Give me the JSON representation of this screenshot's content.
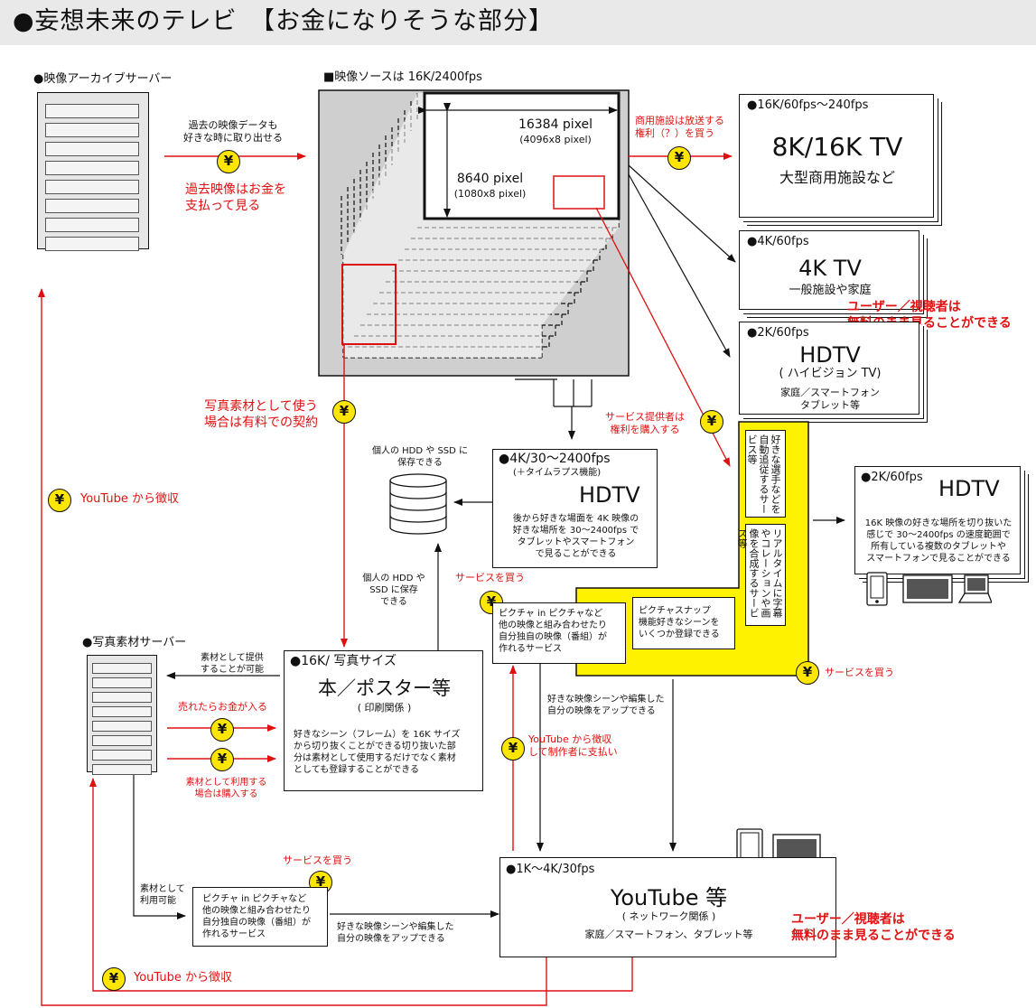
{
  "title": "●妄想未来のテレビ　【お金になりそうな部分】",
  "archive": {
    "label": "●映像アーカイブサーバー",
    "arrow_note": "過去の映像データも\n好きな時に取り出せる",
    "pay_note": "過去映像はお金を\n支払って見る"
  },
  "source": {
    "label": "■映像ソースは 16K/2400fps",
    "width_main": "16384 pixel",
    "width_sub": "(4096x8 pixel)",
    "height_main": "8640 pixel",
    "height_sub": "(1080x8 pixel)"
  },
  "rights_note": "商用施設は放送する\n権利（？）を買う",
  "tv8k": {
    "spec": "●16K/60fps〜240fps",
    "title": "8K/16K TV",
    "desc": "大型商用施設など"
  },
  "tv4k": {
    "spec": "●4K/60fps",
    "title": "4K TV",
    "desc": "一般施設や家庭"
  },
  "free_note_top": "ユーザー／視聴者は\n無料のまま見ることができる",
  "tv2k": {
    "spec": "●2K/60fps",
    "title": "HDTV",
    "sub": "( ハイビジョン TV)",
    "desc": "家庭／スマートフォン\nタブレット等"
  },
  "photo_note": "写真素材として使う\n場合は有料での契約",
  "provider_note": "サービス提供者は\n権利を購入する",
  "hdd_note_top": "個人の HDD や SSD に\n保存できる",
  "hdtv4k": {
    "spec": "●4K/30〜2400fps",
    "sub": "(＋タイムラプス機能)",
    "title": "HDTV",
    "desc": "後から好きな場面を 4K 映像の\n好きな場所を 30〜2400fps で\nタブレットやスマートフォン\nで見ることができる"
  },
  "yellow": {
    "v1": "好きな選手などを自動追従するサービス等",
    "v2": "リアルタイムに字幕やコレーションや画像を合成するサービス等",
    "snap": "ピクチャスナップ\n機能好きなシーンを\nいくつか登録できる"
  },
  "buy_service_1": "サービスを買う",
  "buy_service_2": "サービスを買う",
  "buy_service_3": "サービスを買う",
  "pip_upper": "ピクチャ in ピクチャなど\n他の映像と組み合わせたり\n自分独自の映像（番組）が\n作れるサービス",
  "hdtv2k_right": {
    "spec": "●2K/60fps",
    "title": "HDTV",
    "desc": "16K 映像の好きな場所を切り抜いた\n感じで 30〜2400fps の速度範囲で\n所有している複数のタブレットや\nスマートフォンで見ることができる"
  },
  "youtube_left": "YouTube から徴収",
  "hdd_note_left": "個人の HDD や\nSSD に保存\nできる",
  "photo_server": {
    "label": "●写真素材サーバー",
    "provide": "素材として提供\nすることが可能",
    "sold": "売れたらお金が入る",
    "buy": "素材として利用する\n場合は購入する"
  },
  "print": {
    "spec": "●16K/ 写真サイズ",
    "title": "本／ポスター等",
    "sub": "( 印刷関係 )",
    "desc": "好きなシーン（フレーム）を 16K サイズ\nから切り抜くことができる切り抜いた部\n分は素材として使用するだけでなく素材\nとしても登録することができる"
  },
  "upload_note_1": "好きな映像シーンや編集した\n自分の映像をアップできる",
  "youtube_pay_creator": "YouTube から徴収\nして制作者に支払い",
  "material_available": "素材として\n利用可能",
  "pip_lower": "ピクチャ in ピクチャなど\n他の映像と組み合わせたり\n自分独自の映像（番組）が\n作れるサービス",
  "upload_note_2": "好きな映像シーンや編集した\n自分の映像をアップできる",
  "youtube_box": {
    "spec": "●1K〜4K/30fps",
    "title": "YouTube 等",
    "sub": "( ネットワーク関係 )",
    "desc": "家庭／スマートフォン、タブレット等"
  },
  "free_note_bottom": "ユーザー／視聴者は\n無料のまま見ることができる",
  "youtube_bottom": "YouTube から徴収",
  "yen_symbol": "¥",
  "colors": {
    "accent_red": "#e01010",
    "highlight_yellow": "#fff200",
    "coin_yellow": "#ffe600"
  }
}
